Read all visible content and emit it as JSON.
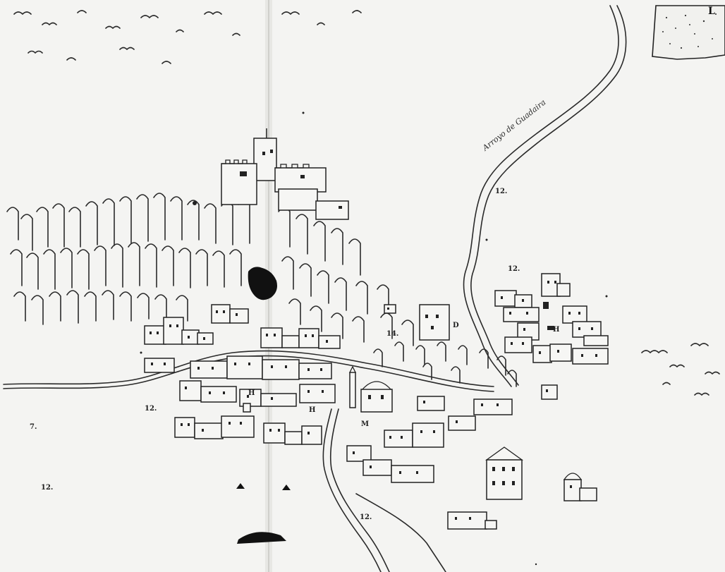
{
  "map": {
    "corner_mark": "L",
    "river_label": "Arroyo de Guadaira",
    "markers": {
      "m1": "12.",
      "m2": "12.",
      "m3": "12.",
      "m4": "12.",
      "m5": "7.",
      "m6": "12.",
      "m7": "14.",
      "m8": "M",
      "m9": "H",
      "m10": "H",
      "m11": "H",
      "m12": "D"
    }
  },
  "colors": {
    "paper": "#f4f4f2",
    "ink": "#222222",
    "shadow": "#101010"
  }
}
